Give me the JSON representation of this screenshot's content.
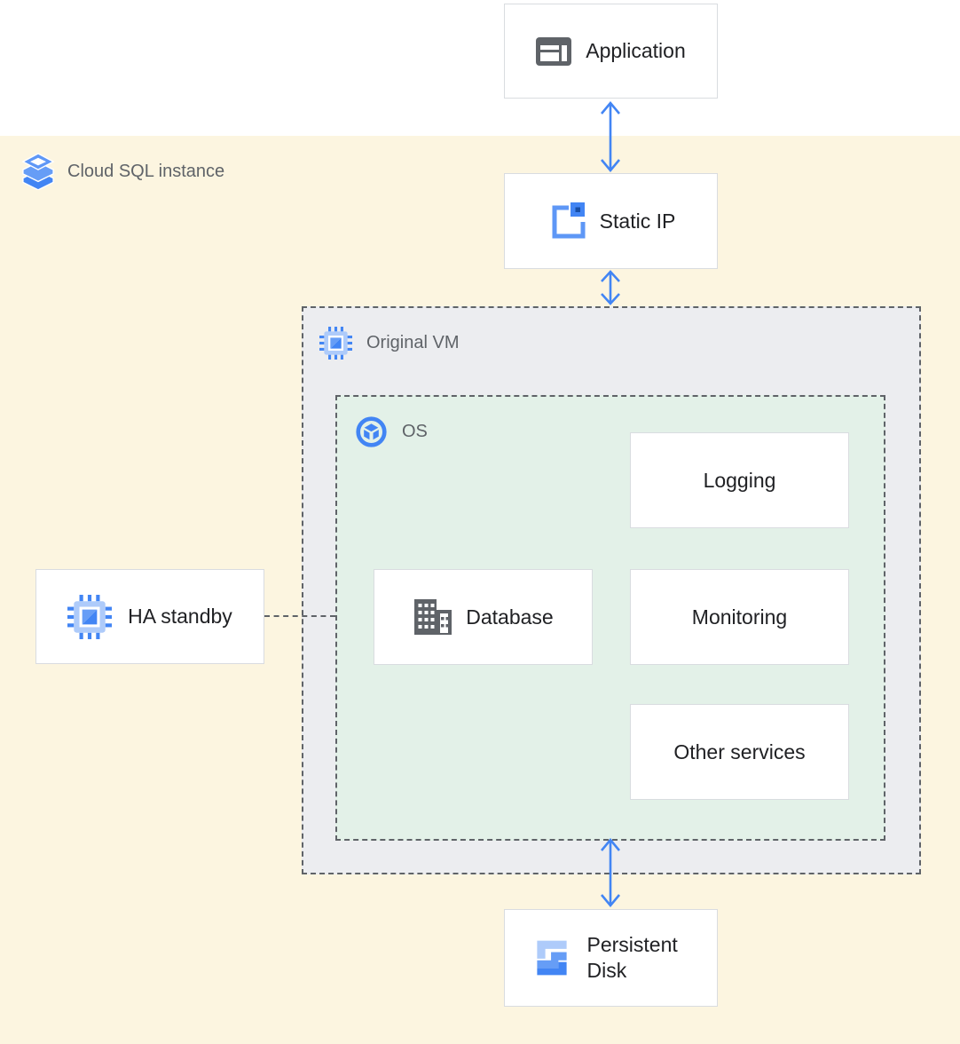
{
  "region": {
    "label": "Cloud SQL instance"
  },
  "groups": {
    "vm": {
      "label": "Original VM"
    },
    "os": {
      "label": "OS"
    }
  },
  "nodes": {
    "application": "Application",
    "static_ip": "Static IP",
    "logging": "Logging",
    "database": "Database",
    "monitoring": "Monitoring",
    "other_services": "Other services",
    "ha_standby": "HA standby",
    "persistent_disk": "Persistent Disk"
  },
  "edges": [
    {
      "from": "application",
      "to": "static_ip",
      "type": "bidirectional-arrow"
    },
    {
      "from": "static_ip",
      "to": "original_vm",
      "type": "bidirectional-arrow"
    },
    {
      "from": "os",
      "to": "persistent_disk",
      "type": "bidirectional-arrow"
    },
    {
      "from": "ha_standby",
      "to": "original_vm",
      "type": "dashed-line"
    }
  ],
  "colors": {
    "region_background": "#FCF5E0",
    "vm_background": "#ECEDF0",
    "os_background": "#E3F1E8",
    "arrow_blue": "#4285F4",
    "dashed_border": "#5F6368",
    "node_border": "#D9DCE0",
    "label_gray": "#5F6368",
    "text_dark": "#202124",
    "icon_gray": "#5F6368",
    "icon_blue_light": "#AECBFA",
    "icon_blue_mid": "#669DF6",
    "icon_blue": "#4285F4",
    "icon_blue_dark": "#174EA6"
  }
}
